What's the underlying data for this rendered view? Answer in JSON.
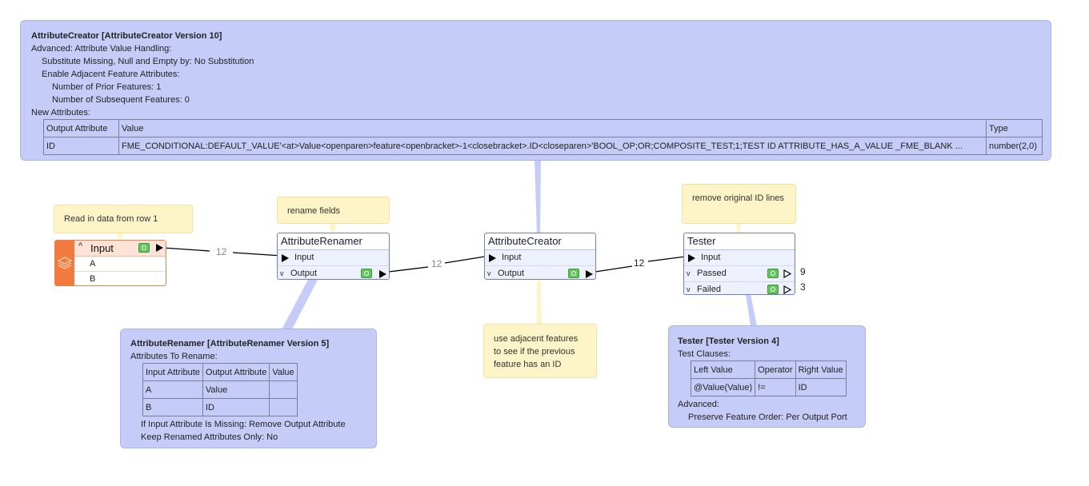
{
  "colors": {
    "bubble": "#c5ccf7",
    "note": "#fdf4c8",
    "reader": "#f27a3f",
    "eye": "#64c45e"
  },
  "creator_info": {
    "title": "AttributeCreator [AttributeCreator Version 10]",
    "lines": [
      "Advanced: Attribute Value Handling:",
      "Substitute Missing, Null and Empty by: No Substitution",
      "Enable Adjacent Feature Attributes:",
      "Number of Prior Features: 1",
      "Number of Subsequent Features: 0",
      "New Attributes:"
    ],
    "table": {
      "headers": [
        "Output Attribute",
        "Value",
        "Type"
      ],
      "rows": [
        [
          "ID",
          "FME_CONDITIONAL:DEFAULT_VALUE'<at>Value<openparen>feature<openbracket>-1<closebracket>.ID<closeparen>'BOOL_OP;OR;COMPOSITE_TEST;1;TEST ID ATTRIBUTE_HAS_A_VALUE _FME_BLANK ...",
          "number(2,0)"
        ]
      ]
    }
  },
  "renamer_info": {
    "title": "AttributeRenamer [AttributeRenamer Version 5]",
    "subtitle": "Attributes To Rename:",
    "table": {
      "headers": [
        "Input Attribute",
        "Output Attribute",
        "Value"
      ],
      "rows": [
        [
          "A",
          "Value",
          ""
        ],
        [
          "B",
          "ID",
          ""
        ]
      ]
    },
    "lines": [
      "If Input Attribute Is Missing: Remove Output Attribute",
      "Keep Renamed Attributes Only: No"
    ]
  },
  "tester_info": {
    "title": "Tester [Tester Version 4]",
    "subtitle": "Test Clauses:",
    "table": {
      "headers": [
        "Left Value",
        "Operator",
        "Right Value"
      ],
      "rows": [
        [
          "@Value(Value)",
          "!=",
          "ID"
        ]
      ]
    },
    "lines": [
      "Advanced:",
      "Preserve Feature Order: Per Output Port"
    ]
  },
  "notes": {
    "reader": "Read in data from row 1",
    "rename": "rename fields",
    "adjacent": "use adjacent features to see if the previous feature has an ID",
    "remove": "remove original ID lines"
  },
  "reader": {
    "name": "Input",
    "attrs": [
      "A",
      "B"
    ],
    "icon": "layers-icon"
  },
  "renamer": {
    "name": "AttributeRenamer",
    "input": "Input",
    "output": "Output"
  },
  "creator": {
    "name": "AttributeCreator",
    "input": "Input",
    "output": "Output"
  },
  "tester": {
    "name": "Tester",
    "input": "Input",
    "passed": "Passed",
    "failed": "Failed",
    "passed_count": "9",
    "failed_count": "3"
  },
  "link_counts": [
    "12",
    "12",
    "12"
  ]
}
